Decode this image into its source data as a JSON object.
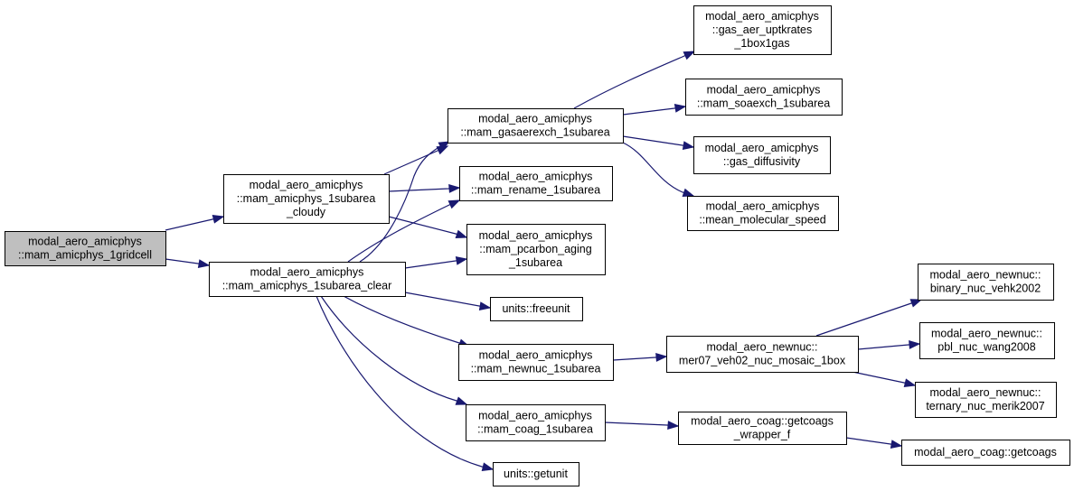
{
  "nodes": {
    "gridcell": [
      "modal_aero_amicphys",
      "::mam_amicphys_1gridcell"
    ],
    "cloudy": [
      "modal_aero_amicphys",
      "::mam_amicphys_1subarea",
      "_cloudy"
    ],
    "clear": [
      "modal_aero_amicphys",
      "::mam_amicphys_1subarea_clear"
    ],
    "gasaerexch": [
      "modal_aero_amicphys",
      "::mam_gasaerexch_1subarea"
    ],
    "rename": [
      "modal_aero_amicphys",
      "::mam_rename_1subarea"
    ],
    "pcarbon": [
      "modal_aero_amicphys",
      "::mam_pcarbon_aging",
      "_1subarea"
    ],
    "freeunit": [
      "units::freeunit"
    ],
    "newnuc": [
      "modal_aero_amicphys",
      "::mam_newnuc_1subarea"
    ],
    "coag": [
      "modal_aero_amicphys",
      "::mam_coag_1subarea"
    ],
    "getunit": [
      "units::getunit"
    ],
    "uptkrates": [
      "modal_aero_amicphys",
      "::gas_aer_uptkrates",
      "_1box1gas"
    ],
    "soaexch": [
      "modal_aero_amicphys",
      "::mam_soaexch_1subarea"
    ],
    "diffusivity": [
      "modal_aero_amicphys",
      "::gas_diffusivity"
    ],
    "molspeed": [
      "modal_aero_amicphys",
      "::mean_molecular_speed"
    ],
    "mosaic": [
      "modal_aero_newnuc::",
      "mer07_veh02_nuc_mosaic_1box"
    ],
    "wrapper": [
      "modal_aero_coag::getcoags",
      "_wrapper_f"
    ],
    "binary": [
      "modal_aero_newnuc::",
      "binary_nuc_vehk2002"
    ],
    "pbl": [
      "modal_aero_newnuc::",
      "pbl_nuc_wang2008"
    ],
    "ternary": [
      "modal_aero_newnuc::",
      "ternary_nuc_merik2007"
    ],
    "getcoags": [
      "modal_aero_coag::getcoags"
    ]
  },
  "edges": [
    [
      "gridcell",
      "cloudy"
    ],
    [
      "gridcell",
      "clear"
    ],
    [
      "cloudy",
      "gasaerexch"
    ],
    [
      "cloudy",
      "rename"
    ],
    [
      "cloudy",
      "pcarbon"
    ],
    [
      "clear",
      "gasaerexch"
    ],
    [
      "clear",
      "rename"
    ],
    [
      "clear",
      "pcarbon"
    ],
    [
      "clear",
      "freeunit"
    ],
    [
      "clear",
      "newnuc"
    ],
    [
      "clear",
      "coag"
    ],
    [
      "clear",
      "getunit"
    ],
    [
      "gasaerexch",
      "uptkrates"
    ],
    [
      "gasaerexch",
      "soaexch"
    ],
    [
      "gasaerexch",
      "diffusivity"
    ],
    [
      "gasaerexch",
      "molspeed"
    ],
    [
      "newnuc",
      "mosaic"
    ],
    [
      "coag",
      "wrapper"
    ],
    [
      "mosaic",
      "binary"
    ],
    [
      "mosaic",
      "pbl"
    ],
    [
      "mosaic",
      "ternary"
    ],
    [
      "wrapper",
      "getcoags"
    ]
  ],
  "colors": {
    "edge": "#191970",
    "root_fill": "#bfbfbf",
    "node_fill": "#ffffff",
    "node_border": "#000000"
  }
}
